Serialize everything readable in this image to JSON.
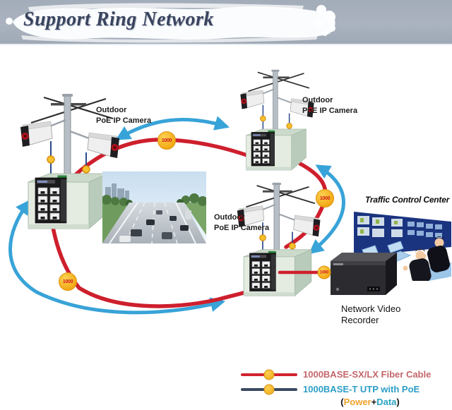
{
  "banner": {
    "title": "Support Ring Network"
  },
  "stations": {
    "label_line1": "Outdoor",
    "label_line2": "PoE IP Camera"
  },
  "control_center": {
    "title": "Traffic Control Center"
  },
  "nvr": {
    "label_line1": "Network Video",
    "label_line2": "Recorder"
  },
  "ring": {
    "badge_text": "1000",
    "fiber_color": "#ce1f2d",
    "poe_arrow_color": "#38a3d8",
    "badge_fill": "#f5b324"
  },
  "legend": {
    "fiber": {
      "label": "1000BASE-SX/LX Fiber Cable",
      "text_color": "#c4666a",
      "line_color": "#d2232e"
    },
    "utp": {
      "label": "1000BASE-T UTP with PoE",
      "text_color": "#2c9ec6",
      "line_color": "#3b4a63"
    },
    "note": {
      "open_paren": "(",
      "power": "Power",
      "plus": "+",
      "data": "Data",
      "close_paren": ")",
      "power_color": "#f0a22a",
      "data_color": "#29a3c2"
    }
  }
}
